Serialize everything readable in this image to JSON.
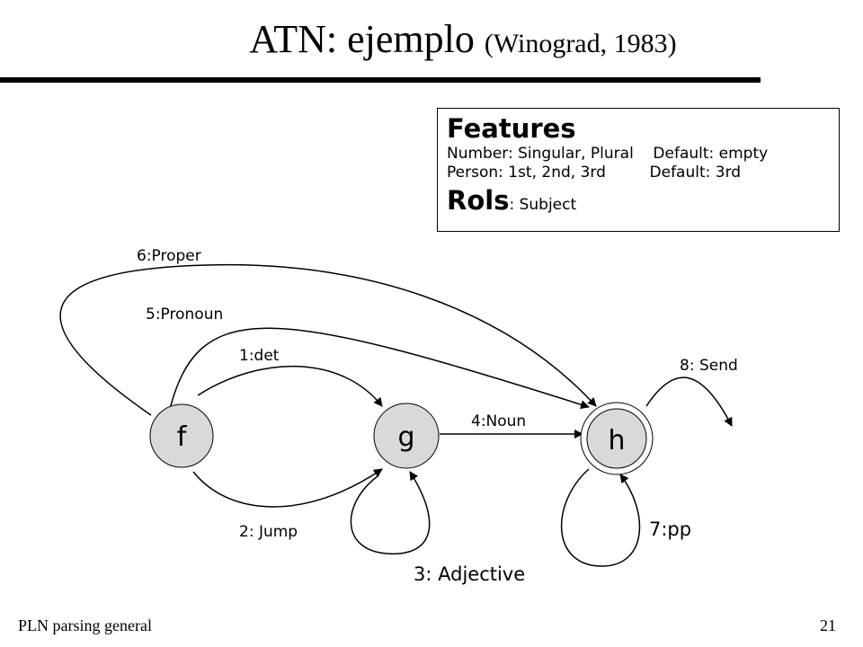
{
  "title": {
    "main": "ATN: ejemplo",
    "sub": "(Winograd, 1983)"
  },
  "features": {
    "heading": "Features",
    "number_line": "Number: Singular, Plural    Default: empty",
    "person_line": "Person: 1st, 2nd, 3rd         Default: 3rd",
    "rols_label": "Rols",
    "rols_value": ": Subject"
  },
  "diagram": {
    "nodes": [
      {
        "id": "f",
        "label": "f"
      },
      {
        "id": "g",
        "label": "g"
      },
      {
        "id": "h",
        "label": "h",
        "final": true
      }
    ],
    "arcs": [
      {
        "id": "1",
        "label": "1:det",
        "from": "f",
        "to": "g"
      },
      {
        "id": "2",
        "label": "2: Jump",
        "from": "f",
        "to": "g"
      },
      {
        "id": "3",
        "label": "3: Adjective",
        "from": "g",
        "to": "g"
      },
      {
        "id": "4",
        "label": "4:Noun",
        "from": "g",
        "to": "h"
      },
      {
        "id": "5",
        "label": "5:Pronoun",
        "from": "f",
        "to": "h"
      },
      {
        "id": "6",
        "label": "6:Proper",
        "from": "f",
        "to": "h"
      },
      {
        "id": "7",
        "label": "7:pp",
        "from": "h",
        "to": "h"
      },
      {
        "id": "8",
        "label": "8: Send",
        "from": "h",
        "to": ""
      }
    ],
    "colors": {
      "node_fill": "#d9d9d9",
      "stroke": "#000000"
    }
  },
  "footer": {
    "left": "PLN  parsing general",
    "page": "21"
  }
}
